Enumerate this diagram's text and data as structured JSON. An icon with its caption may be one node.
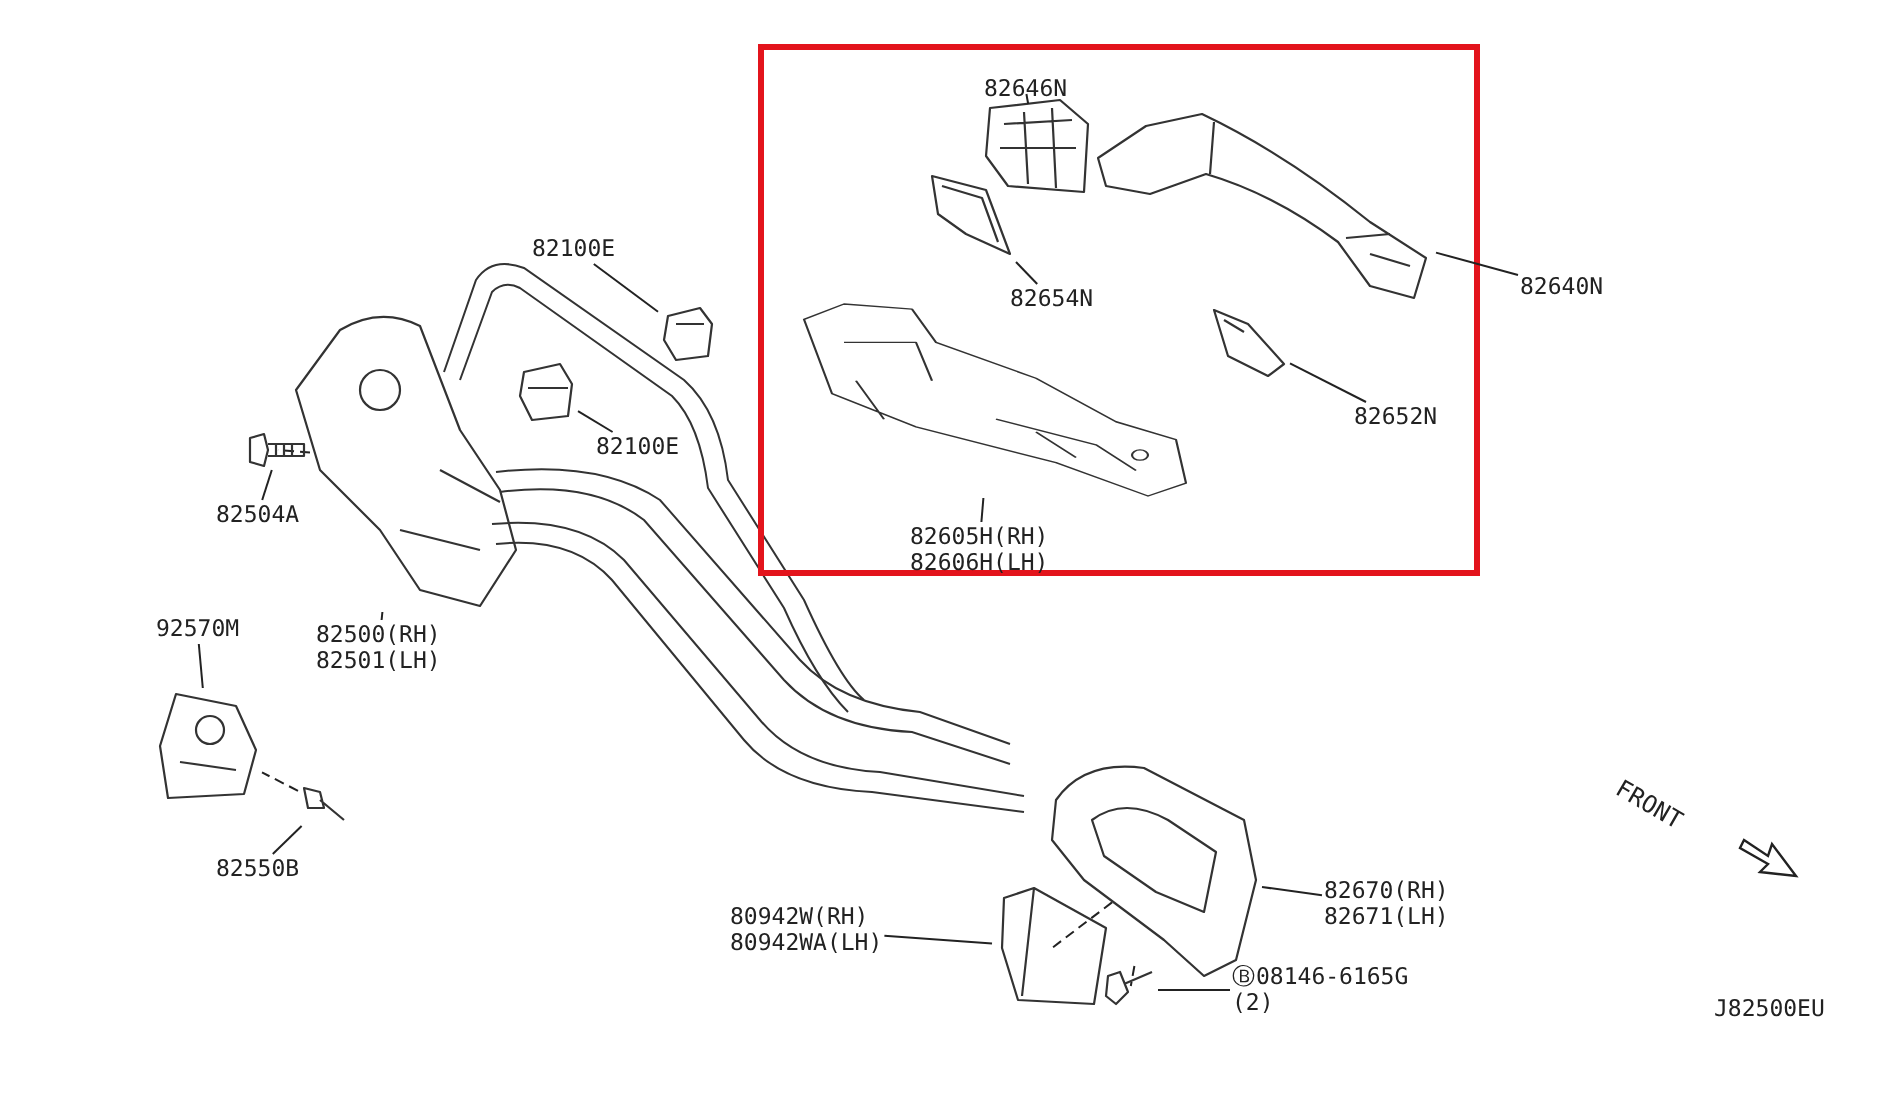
{
  "diagram": {
    "nodes": [
      {
        "text": [],
        "shape": "box"
      },
      {
        "text": [
          "82646N"
        ],
        "in": 0
      },
      {
        "text": [],
        "shape": "picture",
        "in": 0
      },
      {
        "text": [
          "82640N"
        ]
      },
      {
        "text": [],
        "shape": "picture",
        "in": 0
      },
      {
        "text": [
          "82654N"
        ],
        "in": 0
      },
      {
        "text": [],
        "shape": "picture",
        "in": 0
      },
      {
        "text": [
          "82652N"
        ],
        "in": 0
      },
      {
        "text": [],
        "shape": "picture",
        "in": 0
      },
      {
        "text": [
          "82605H(RH) 82606H(LH)"
        ],
        "in": 0
      },
      {
        "text": [],
        "shape": "picture",
        "in": 0
      },
      {
        "text": [
          "82100E"
        ]
      },
      {
        "text": [],
        "shape": "picture"
      },
      {
        "text": [
          "82100E"
        ]
      },
      {
        "text": [],
        "shape": "picture"
      },
      {
        "text": [
          "82504A"
        ]
      },
      {
        "text": [],
        "shape": "picture"
      },
      {
        "text": [
          "82500(RH) 82501(LH)"
        ]
      },
      {
        "text": [],
        "shape": "picture"
      },
      {
        "text": [
          "92570M"
        ]
      },
      {
        "text": [],
        "shape": "picture"
      },
      {
        "text": [
          "82550B"
        ]
      },
      {
        "text": [],
        "shape": "picture"
      },
      {
        "text": [
          "82670(RH) 82671(LH)"
        ]
      },
      {
        "text": [],
        "shape": "picture"
      },
      {
        "text": [
          "80942W(RH) 80942WA(LH)"
        ]
      },
      {
        "text": [],
        "shape": "picture"
      },
      {
        "text": [
          "Ⓑ08146-6165G (2)"
        ]
      },
      {
        "text": [],
        "shape": "picture"
      }
    ],
    "edges": [
      {
        "from": 1,
        "to": 2,
        "arrow": "none"
      },
      {
        "from": 3,
        "to": 4,
        "arrow": "none"
      },
      {
        "from": 5,
        "to": 6,
        "arrow": "none"
      },
      {
        "from": 7,
        "to": 8,
        "arrow": "none"
      },
      {
        "from": 9,
        "to": 10,
        "arrow": "none"
      },
      {
        "from": 11,
        "to": 12,
        "arrow": "none"
      },
      {
        "from": 13,
        "to": 14,
        "arrow": "none"
      },
      {
        "from": 15,
        "to": 16,
        "arrow": "none"
      },
      {
        "from": 17,
        "to": 18,
        "arrow": "none"
      },
      {
        "from": 19,
        "to": 20,
        "arrow": "none"
      },
      {
        "from": 21,
        "to": 22,
        "arrow": "none"
      },
      {
        "from": 23,
        "to": 24,
        "arrow": "none"
      },
      {
        "from": 25,
        "to": 26,
        "arrow": "none"
      },
      {
        "from": 27,
        "to": 28,
        "arrow": "none"
      },
      {
        "from": 16,
        "to": 18,
        "arrow": "none",
        "style": "dashed"
      },
      {
        "from": 22,
        "to": 20,
        "arrow": "none",
        "style": "dashed"
      },
      {
        "from": 28,
        "to": 24,
        "arrow": "none",
        "style": "dashed"
      },
      {
        "from": 26,
        "to": 24,
        "arrow": "none",
        "style": "dashed"
      }
    ],
    "labels": [
      "FRONT",
      "J82500EU"
    ]
  }
}
